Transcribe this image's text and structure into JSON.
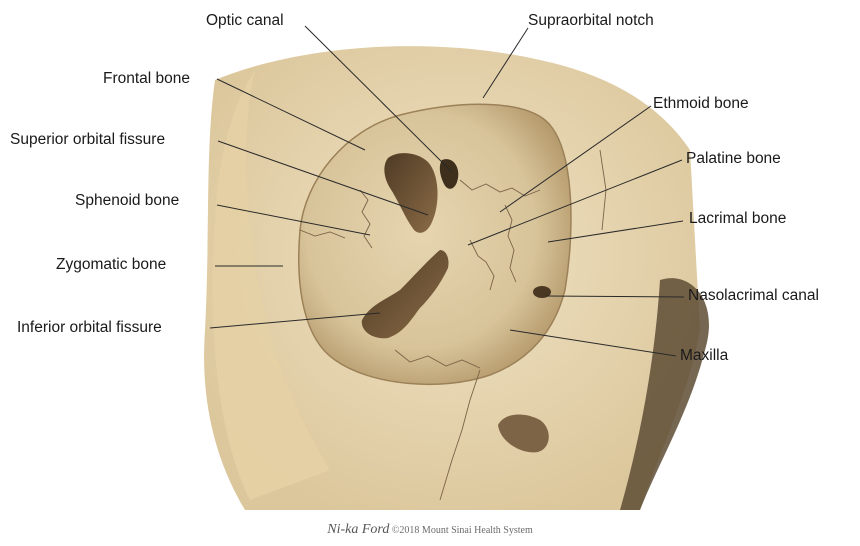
{
  "figure": {
    "labels": {
      "optic_canal": "Optic canal",
      "supraorbital_notch": "Supraorbital notch",
      "frontal_bone": "Frontal bone",
      "ethmoid_bone": "Ethmoid bone",
      "superior_orbital_fissure": "Superior orbital fissure",
      "palatine_bone": "Palatine bone",
      "sphenoid_bone": "Sphenoid bone",
      "lacrimal_bone": "Lacrimal bone",
      "zygomatic_bone": "Zygomatic bone",
      "nasolacrimal_canal": "Nasolacrimal canal",
      "inferior_orbital_fissure": "Inferior orbital fissure",
      "maxilla": "Maxilla"
    },
    "credit": {
      "artist": "Ni-ka Ford",
      "copyright": "©2018 Mount Sinai Health System"
    },
    "colors": {
      "bone": "#e9d9b4",
      "bone_light": "#f3e8cc",
      "shadow": "#b89e72",
      "fissure": "#6a5033",
      "suture": "#7a6247",
      "leader": "#2a2a2a"
    }
  }
}
